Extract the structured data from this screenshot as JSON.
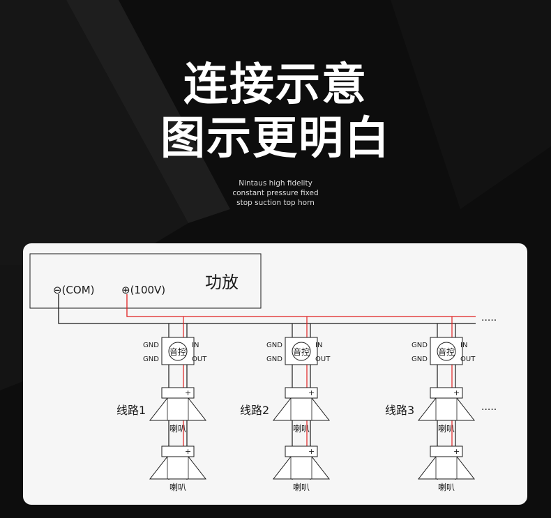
{
  "heading": {
    "line1": "连接示意",
    "line2": "图示更明白"
  },
  "subtitle": {
    "line1": "Nintaus high fidelity",
    "line2": "constant pressure fixed",
    "line3": "stop suction top horn"
  },
  "amplifier": {
    "label": "功放",
    "com_terminal": "⊖(COM)",
    "v100_terminal": "⊕(100V)"
  },
  "volume_control": {
    "label": "音控",
    "gnd_label": "GND",
    "in_label": "IN",
    "out_label": "OUT",
    "plus_sign": "+"
  },
  "lines": [
    {
      "label": "线路1",
      "speaker_label": "喇叭"
    },
    {
      "label": "线路2",
      "speaker_label": "喇叭"
    },
    {
      "label": "线路3",
      "speaker_label": "喇叭"
    }
  ],
  "continuation": "·····",
  "colors": {
    "background": "#0d0d0d",
    "panel": "#f6f6f6",
    "wire_black": "#1a1a1a",
    "wire_red": "#e02020"
  }
}
